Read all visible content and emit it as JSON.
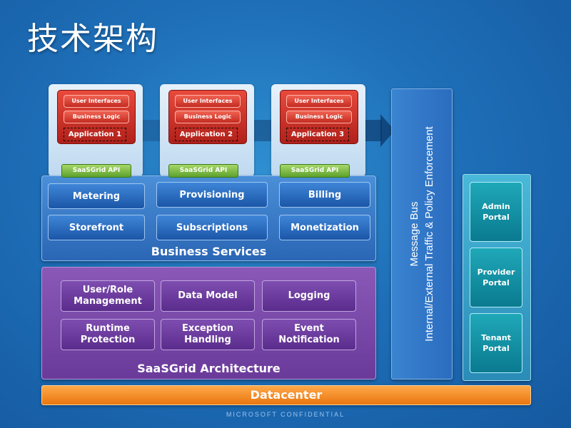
{
  "title": "技术架构",
  "applications": [
    {
      "ui": "User Interfaces",
      "logic": "Business Logic",
      "name": "Application 1",
      "api": "SaaSGrid API"
    },
    {
      "ui": "User Interfaces",
      "logic": "Business Logic",
      "name": "Application 2",
      "api": "SaaSGrid API"
    },
    {
      "ui": "User Interfaces",
      "logic": "Business Logic",
      "name": "Application 3",
      "api": "SaaSGrid API"
    }
  ],
  "business_services": {
    "title": "Business Services",
    "items": [
      "Metering",
      "Provisioning",
      "Billing",
      "Storefront",
      "Subscriptions",
      "Monetization"
    ]
  },
  "architecture": {
    "title": "SaaSGrid Architecture",
    "items": [
      "User/Role\nManagement",
      "Data Model",
      "Logging",
      "Runtime\nProtection",
      "Exception\nHandling",
      "Event\nNotification"
    ]
  },
  "message_bus": {
    "line1": "Message Bus",
    "line2": "Internal/External Traffic & Policy Enforcement"
  },
  "portals": [
    "Admin\nPortal",
    "Provider\nPortal",
    "Tenant\nPortal"
  ],
  "datacenter": "Datacenter",
  "footer": "MICROSOFT CONFIDENTIAL",
  "colors": {
    "background": "#1e6fb8",
    "application": "#c42b20",
    "api": "#5ea12c",
    "business_services": "#2a66b5",
    "architecture": "#6a3a9a",
    "portals": "#2a8cb8",
    "datacenter": "#e9760f"
  }
}
